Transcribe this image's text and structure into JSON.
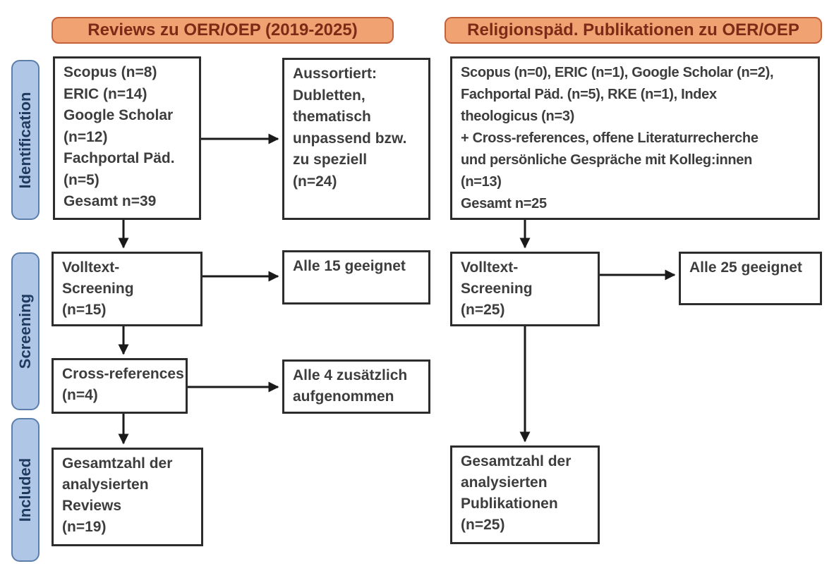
{
  "colors": {
    "header_fill": "#F1A273",
    "header_border": "#C4623C",
    "header_text": "#7C2B16",
    "stage_fill": "#AFC6E7",
    "stage_border": "#5B7EAB",
    "stage_text": "#1F3A5F",
    "box_border": "#2D2D2D",
    "box_text": "#3D3D3D",
    "arrow": "#1A1A1A",
    "background": "#FFFFFF"
  },
  "headers": {
    "left": "Reviews zu OER/OEP (2019-2025)",
    "right": "Religionspäd. Publikationen zu OER/OEP"
  },
  "stages": {
    "identification": "Identification",
    "screening": "Screening",
    "included": "Included"
  },
  "left_flow": {
    "sources": "Scopus (n=8)\nERIC (n=14)\nGoogle Scholar\n(n=12)\nFachportal Päd.\n(n=5)\nGesamt n=39",
    "excluded": "Aussortiert:\nDubletten,\nthematisch\nunpassend bzw.\nzu speziell\n(n=24)",
    "fulltext_screening": "Volltext-\nScreening\n(n=15)",
    "fulltext_result": "Alle 15 geeignet",
    "crossref": "Cross-references\n(n=4)",
    "crossref_result": "Alle 4 zusätzlich\naufgenommen",
    "included_total": "Gesamtzahl der\nanalysierten\nReviews\n(n=19)"
  },
  "right_flow": {
    "sources": "Scopus (n=0), ERIC (n=1), Google Scholar (n=2),\nFachportal Päd. (n=5), RKE (n=1), Index\ntheologicus (n=3)\n+ Cross-references, offene Literaturrecherche\nund persönliche Gespräche mit Kolleg:innen\n(n=13)\nGesamt n=25",
    "fulltext_screening": "Volltext-\nScreening\n(n=25)",
    "fulltext_result": "Alle 25 geeignet",
    "included_total": "Gesamtzahl der\nanalysierten\nPublikationen\n(n=25)"
  }
}
